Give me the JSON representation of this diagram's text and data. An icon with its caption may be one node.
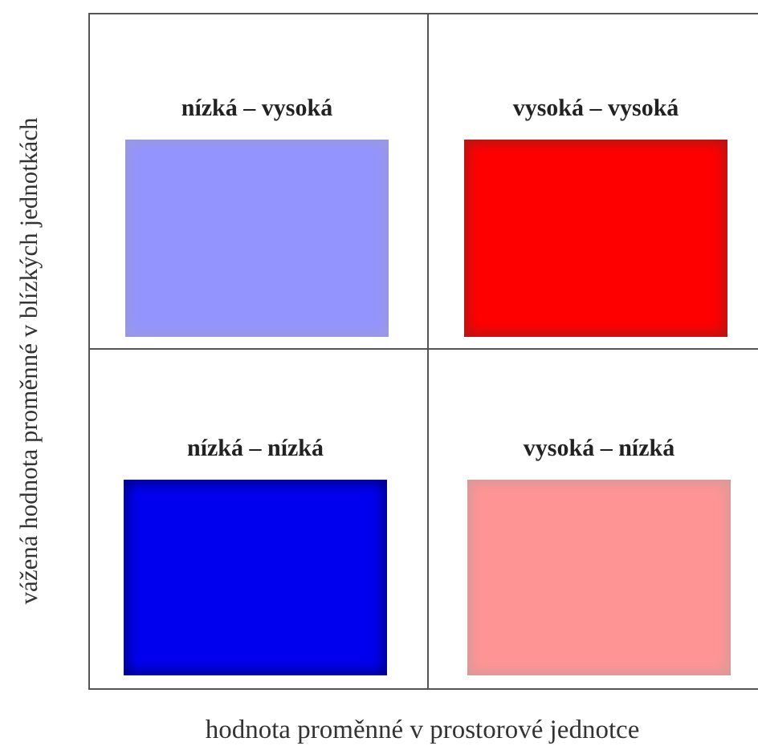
{
  "diagram": {
    "nodes": [
      {
        "text": [
          "nízká – vysoká"
        ]
      },
      {
        "text": [
          "vysoká – vysoká"
        ]
      },
      {
        "text": [
          "nízká – nízká"
        ]
      },
      {
        "text": [
          "vysoká – nízká"
        ]
      }
    ],
    "labels": [
      "vážená hodnota proměnné v blízkých jednotkách",
      "hodnota proměnné v prostorové jednotce"
    ]
  }
}
